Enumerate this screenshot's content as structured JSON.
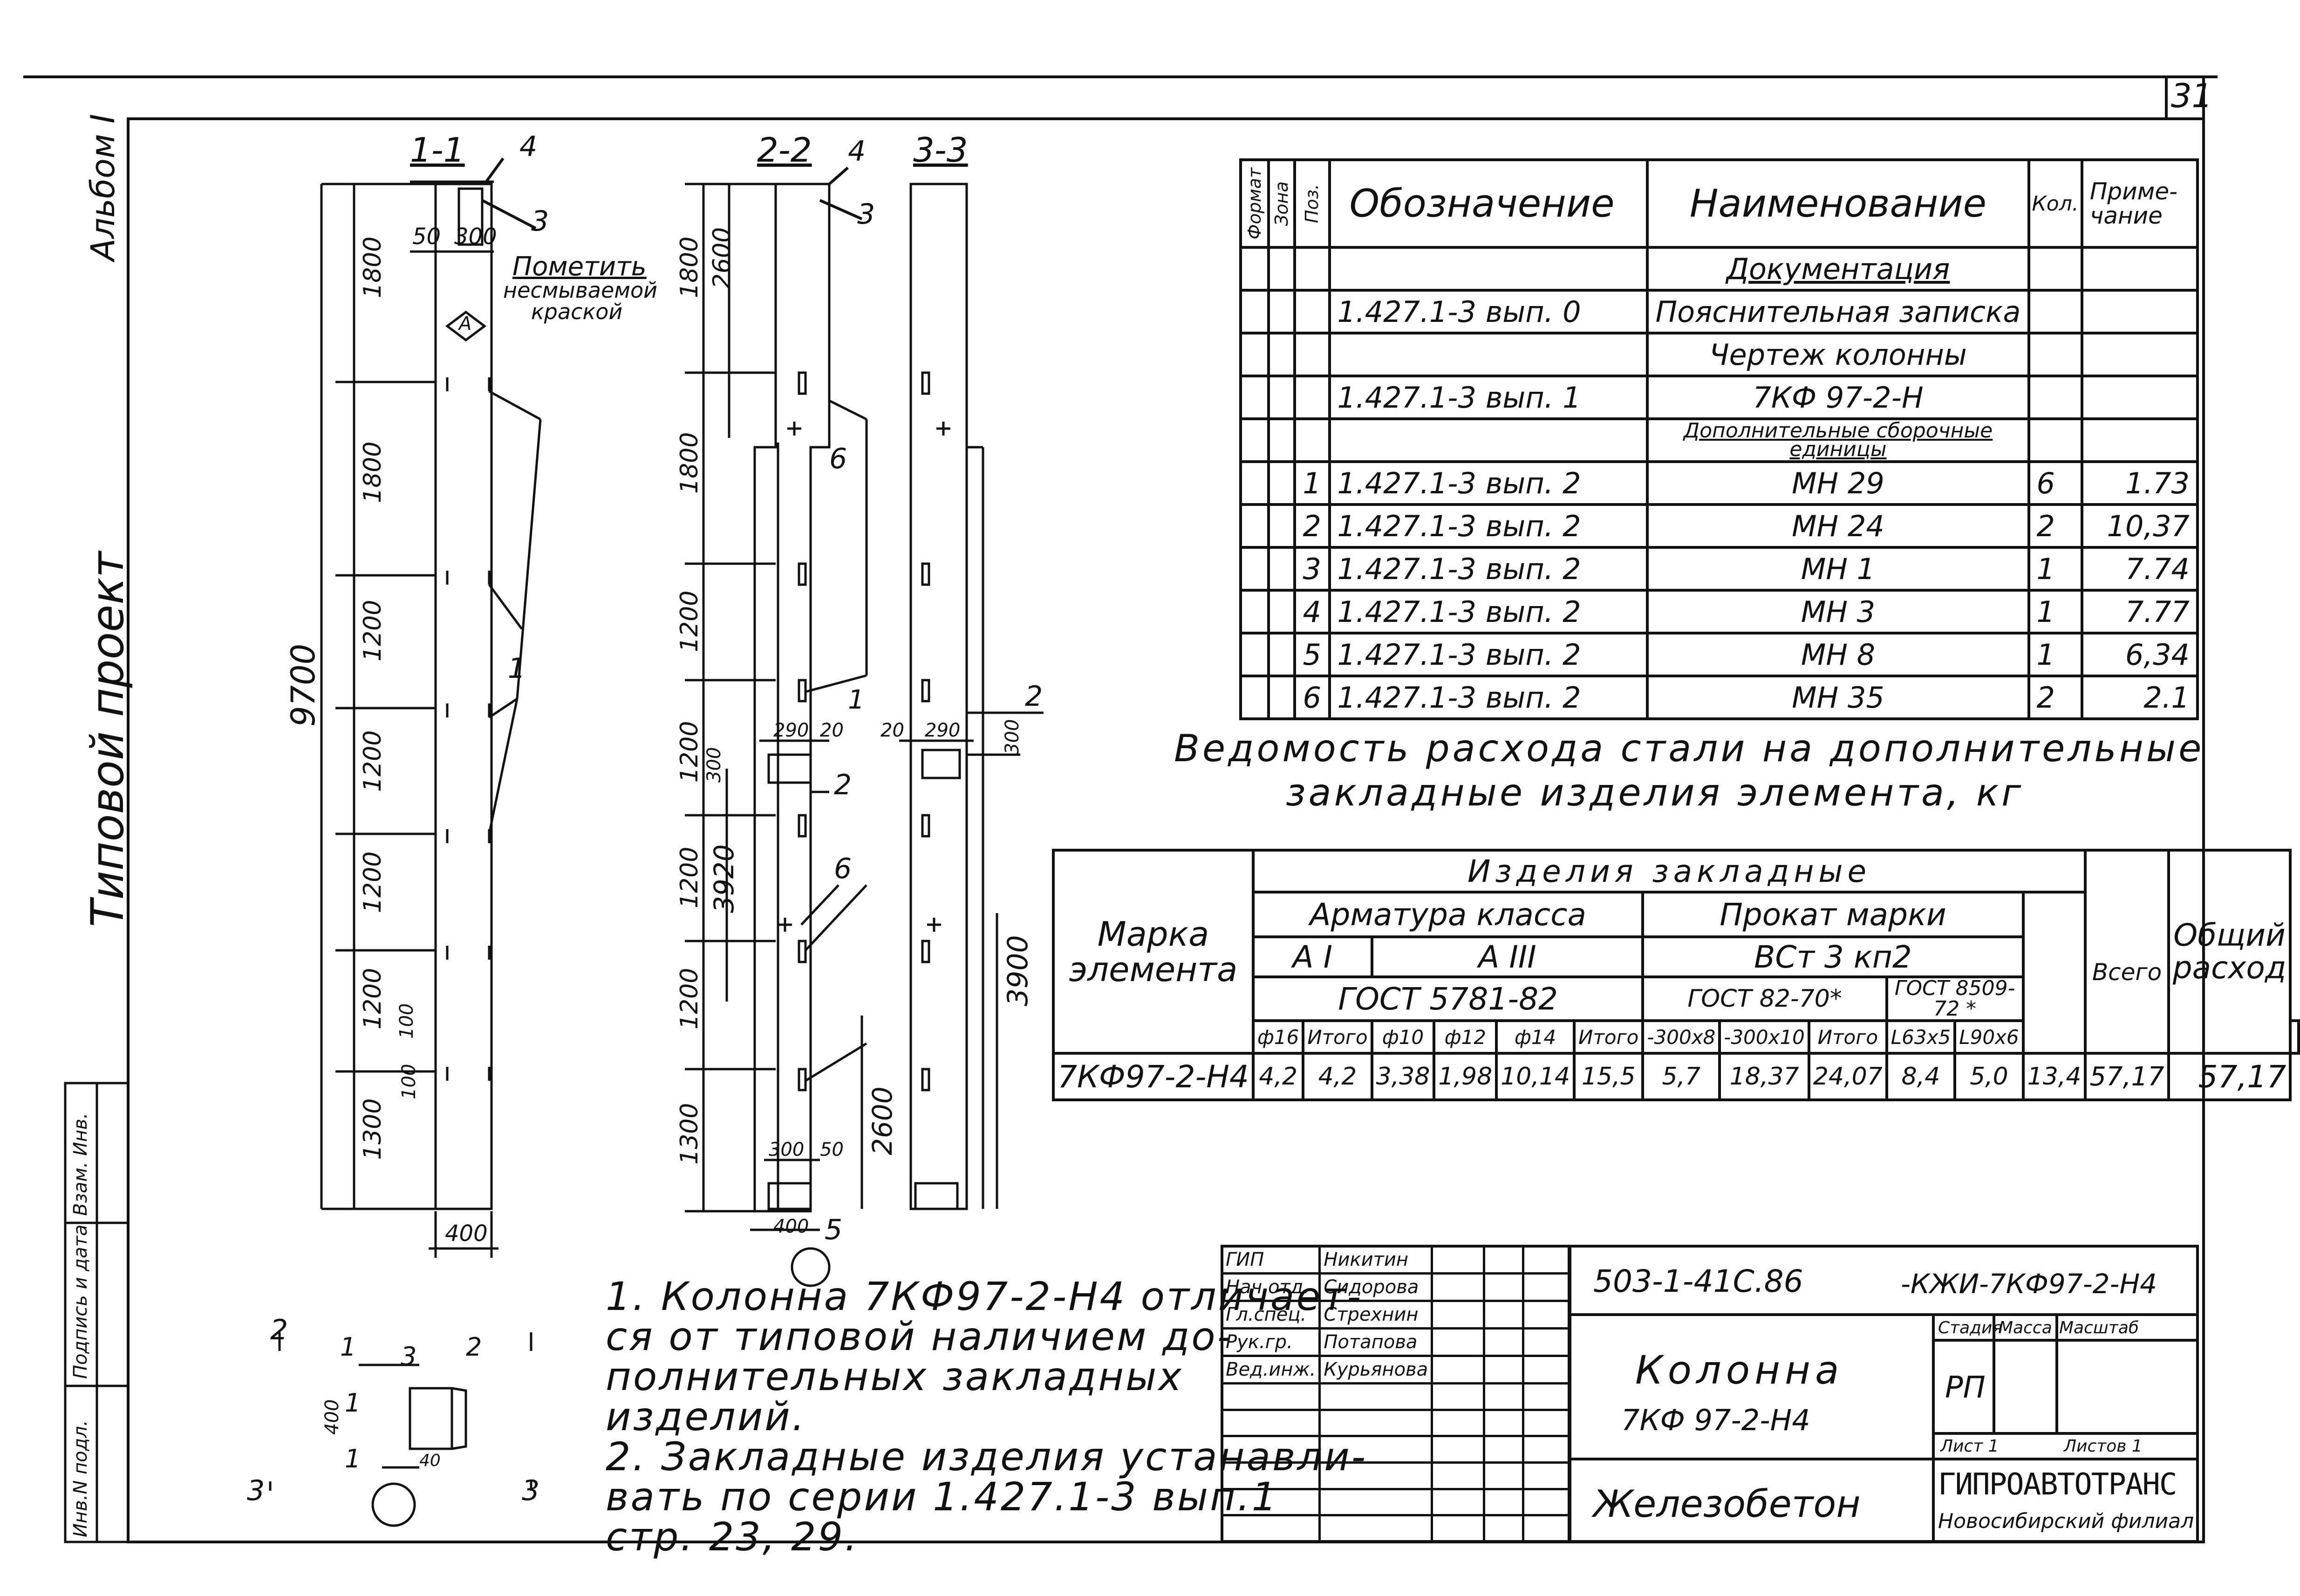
{
  "sheet": {
    "page_number": "31",
    "side_left_top": "Альбом I",
    "side_left_middle": "Типовой проект",
    "side_stamp": [
      "Инв.N подл.",
      "Подпись и дата",
      "Взам. Инв."
    ]
  },
  "drawing": {
    "section_labels": [
      "1-1",
      "2-2",
      "3-3"
    ],
    "note_paint": [
      "Пометить",
      "несмываемой",
      "краской"
    ],
    "dims_left_chain": [
      "1800",
      "1800",
      "1200",
      "1200",
      "1200",
      "1200",
      "1300"
    ],
    "dim_total": "9700",
    "dim_top_widths": [
      "50",
      "300"
    ],
    "dim_bottom_width": "400",
    "dim_small": [
      "100",
      "100"
    ],
    "sec22_dims": [
      "1800",
      "2600",
      "1800",
      "1200",
      "1200",
      "1200",
      "1200",
      "1300"
    ],
    "sec22_extra": [
      "3920",
      "2600",
      "290",
      "20",
      "300",
      "300",
      "50",
      "400"
    ],
    "sec33_extra": [
      "20",
      "290",
      "300",
      "3900"
    ],
    "pos_markers": [
      "1",
      "2",
      "3",
      "4",
      "5",
      "6"
    ],
    "marker_A": "А",
    "detail_labels": [
      "2",
      "1",
      "3",
      "2",
      "400",
      "1",
      "1",
      "40",
      "3",
      "3"
    ]
  },
  "spec": {
    "headers": {
      "format": "Формат",
      "zone": "Зона",
      "pos": "Поз.",
      "designation": "Обозначение",
      "name": "Наименование",
      "qty": "Кол.",
      "note": "Приме-чание"
    },
    "rows": [
      {
        "pos": "",
        "designation": "",
        "name": "Документация",
        "qty": "",
        "note": ""
      },
      {
        "pos": "",
        "designation": "1.427.1-3 вып. 0",
        "name": "Пояснительная записка",
        "qty": "",
        "note": ""
      },
      {
        "pos": "",
        "designation": "",
        "name": "Чертеж колонны",
        "qty": "",
        "note": ""
      },
      {
        "pos": "",
        "designation": "1.427.1-3 вып. 1",
        "name": "7КФ 97-2-Н",
        "qty": "",
        "note": ""
      },
      {
        "pos": "",
        "designation": "",
        "name": "Дополнительные сборочные единицы",
        "qty": "",
        "note": ""
      },
      {
        "pos": "1",
        "designation": "1.427.1-3 вып. 2",
        "name": "МН 29",
        "qty": "6",
        "note": "1.73"
      },
      {
        "pos": "2",
        "designation": "1.427.1-3 вып. 2",
        "name": "МН 24",
        "qty": "2",
        "note": "10,37"
      },
      {
        "pos": "3",
        "designation": "1.427.1-3 вып. 2",
        "name": "МН 1",
        "qty": "1",
        "note": "7.74"
      },
      {
        "pos": "4",
        "designation": "1.427.1-3 вып. 2",
        "name": "МН 3",
        "qty": "1",
        "note": "7.77"
      },
      {
        "pos": "5",
        "designation": "1.427.1-3 вып. 2",
        "name": "МН 8",
        "qty": "1",
        "note": "6,34"
      },
      {
        "pos": "6",
        "designation": "1.427.1-3 вып. 2",
        "name": "МН 35",
        "qty": "2",
        "note": "2.1"
      }
    ]
  },
  "steel": {
    "caption_1": "Ведомость расхода стали на дополнительные",
    "caption_2": "закладные изделия элемента, кг",
    "h_mark": "Марка элемента",
    "h_items": "Изделия закладные",
    "h_rebar": "Арматура класса",
    "h_rolled": "Прокат марки",
    "h_ai": "А I",
    "h_aiii": "А III",
    "h_vst": "ВСт 3 кп2",
    "h_gost1": "ГОСТ 5781-82",
    "h_gost2": "ГОСТ 82-70*",
    "h_gost3": "ГОСТ 8509-72 *",
    "h_total": "Всего",
    "h_overall": "Общий расход",
    "subcols": [
      "ф16",
      "Итого",
      "ф10",
      "ф12",
      "ф14",
      "Итого",
      "-300х8",
      "-300х10",
      "Итого",
      "L63х5",
      "L90х6",
      ""
    ],
    "row": {
      "mark": "7КФ97-2-Н4",
      "values": [
        "4,2",
        "4,2",
        "3,38",
        "1,98",
        "10,14",
        "15,5",
        "5,7",
        "18,37",
        "24,07",
        "8,4",
        "5,0",
        "13,4"
      ],
      "total": "57,17",
      "overall": "57,17"
    }
  },
  "notes": {
    "n1": "1. Колонна 7КФ97-2-Н4 отличает-",
    "n1b": "ся от типовой наличием до-",
    "n1c": "полнительных закладных",
    "n1d": "изделий.",
    "n2": "2. Закладные изделия устанавли-",
    "n2b": "вать по серии 1.427.1-3 вып.1",
    "n2c": "стр. 23, 29."
  },
  "title_block": {
    "code": "503-1-41С.86",
    "code_suffix": "-КЖИ-7КФ97-2-Н4",
    "roles": [
      {
        "role": "ГИП",
        "name": "Никитин"
      },
      {
        "role": "Нач.отд.",
        "name": "Сидорова"
      },
      {
        "role": "Гл.спец.",
        "name": "Стрехнин"
      },
      {
        "role": "Рук.гр.",
        "name": "Потапова"
      },
      {
        "role": "Вед.инж.",
        "name": "Курьянова"
      }
    ],
    "element_title": "Колонна",
    "element_mark": "7КФ 97-2-Н4",
    "material": "Железобетон",
    "stage_label": "Стадия",
    "mass_label": "Масса",
    "scale_label": "Масштаб",
    "stage": "РП",
    "sheet_label": "Лист 1",
    "sheets_label": "Листов 1",
    "org": "ГИПРОАВТОТРАНС",
    "org_branch": "Новосибирский филиал"
  }
}
